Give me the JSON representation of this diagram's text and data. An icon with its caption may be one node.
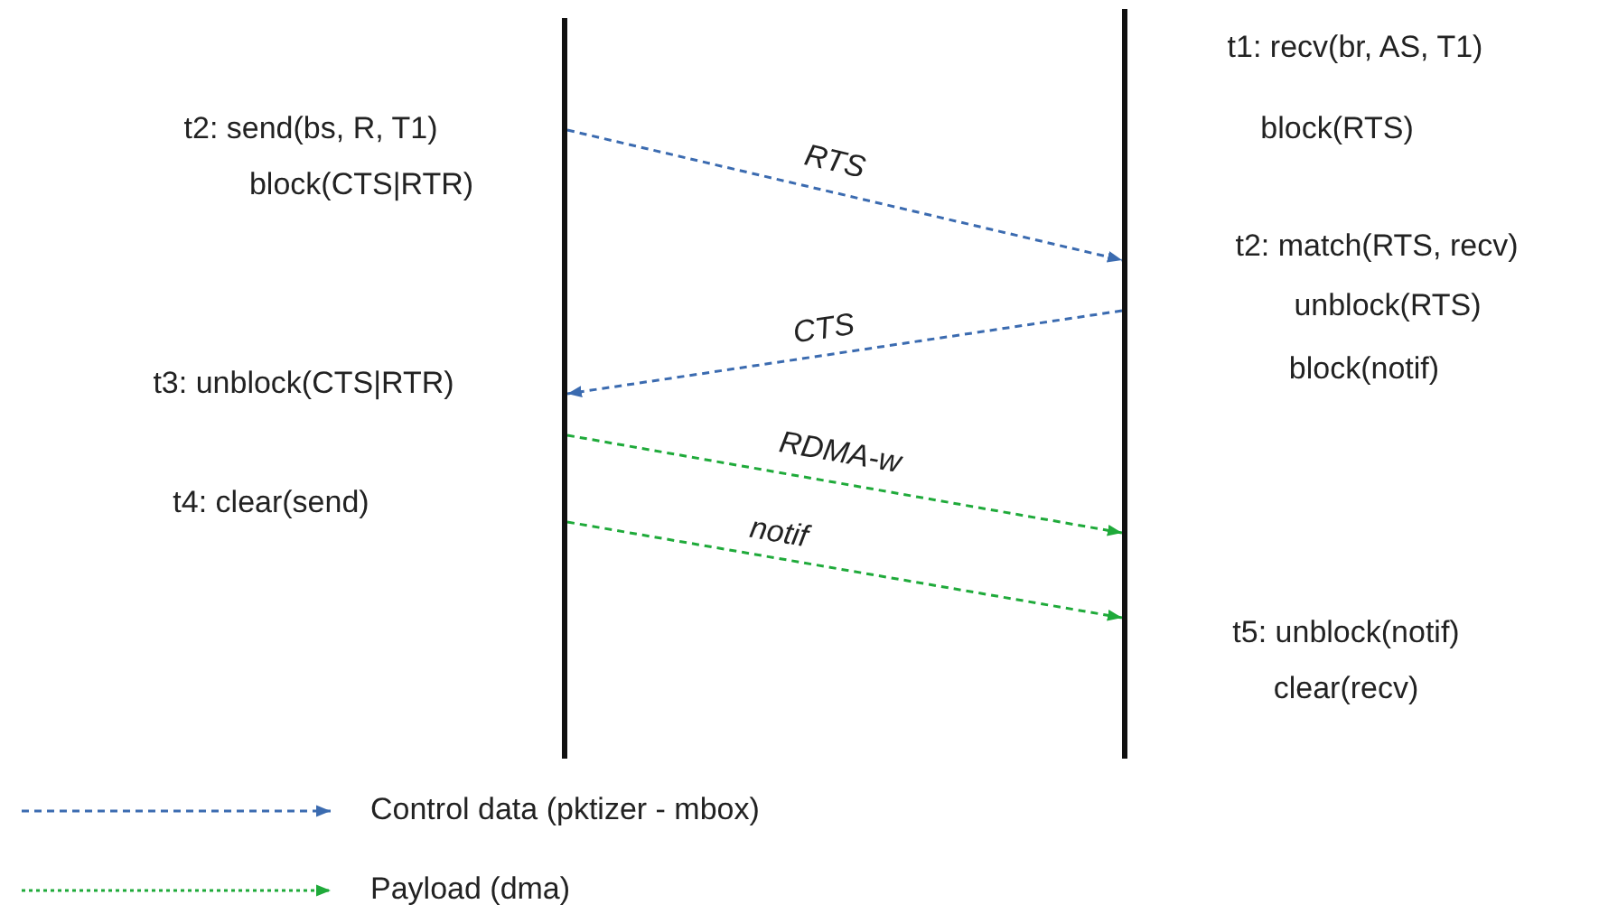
{
  "diagram": {
    "nodes": [
      {
        "text": [],
        "shape": "bar"
      },
      {
        "text": [],
        "shape": "bar"
      }
    ],
    "edges": [
      {
        "from": 0,
        "to": 1,
        "arrow": "to",
        "label": "RTS",
        "style": "dashed",
        "color": "#3b6bb0"
      },
      {
        "from": 1,
        "to": 0,
        "arrow": "to",
        "label": "CTS",
        "style": "dashed",
        "color": "#3b6bb0"
      },
      {
        "from": 0,
        "to": 1,
        "arrow": "to",
        "label": "RDMA-w",
        "style": "dashed",
        "color": "#1faa3a"
      },
      {
        "from": 0,
        "to": 1,
        "arrow": "to",
        "label": "notif",
        "style": "dashed",
        "color": "#1faa3a"
      }
    ],
    "labels": [
      "t1: recv(br, AS, T1)",
      "t2: send(bs, R, T1)",
      "block(RTS)",
      "block(CTS|RTR)",
      "t2: match(RTS, recv)",
      "unblock(RTS)",
      "block(notif)",
      "t3: unblock(CTS|RTR)",
      "t4: clear(send)",
      "t5: unblock(notif)",
      "clear(recv)"
    ],
    "legend": [
      {
        "text": "Control data (pktizer - mbox)"
      },
      {
        "text": "Payload (dma)"
      }
    ]
  }
}
